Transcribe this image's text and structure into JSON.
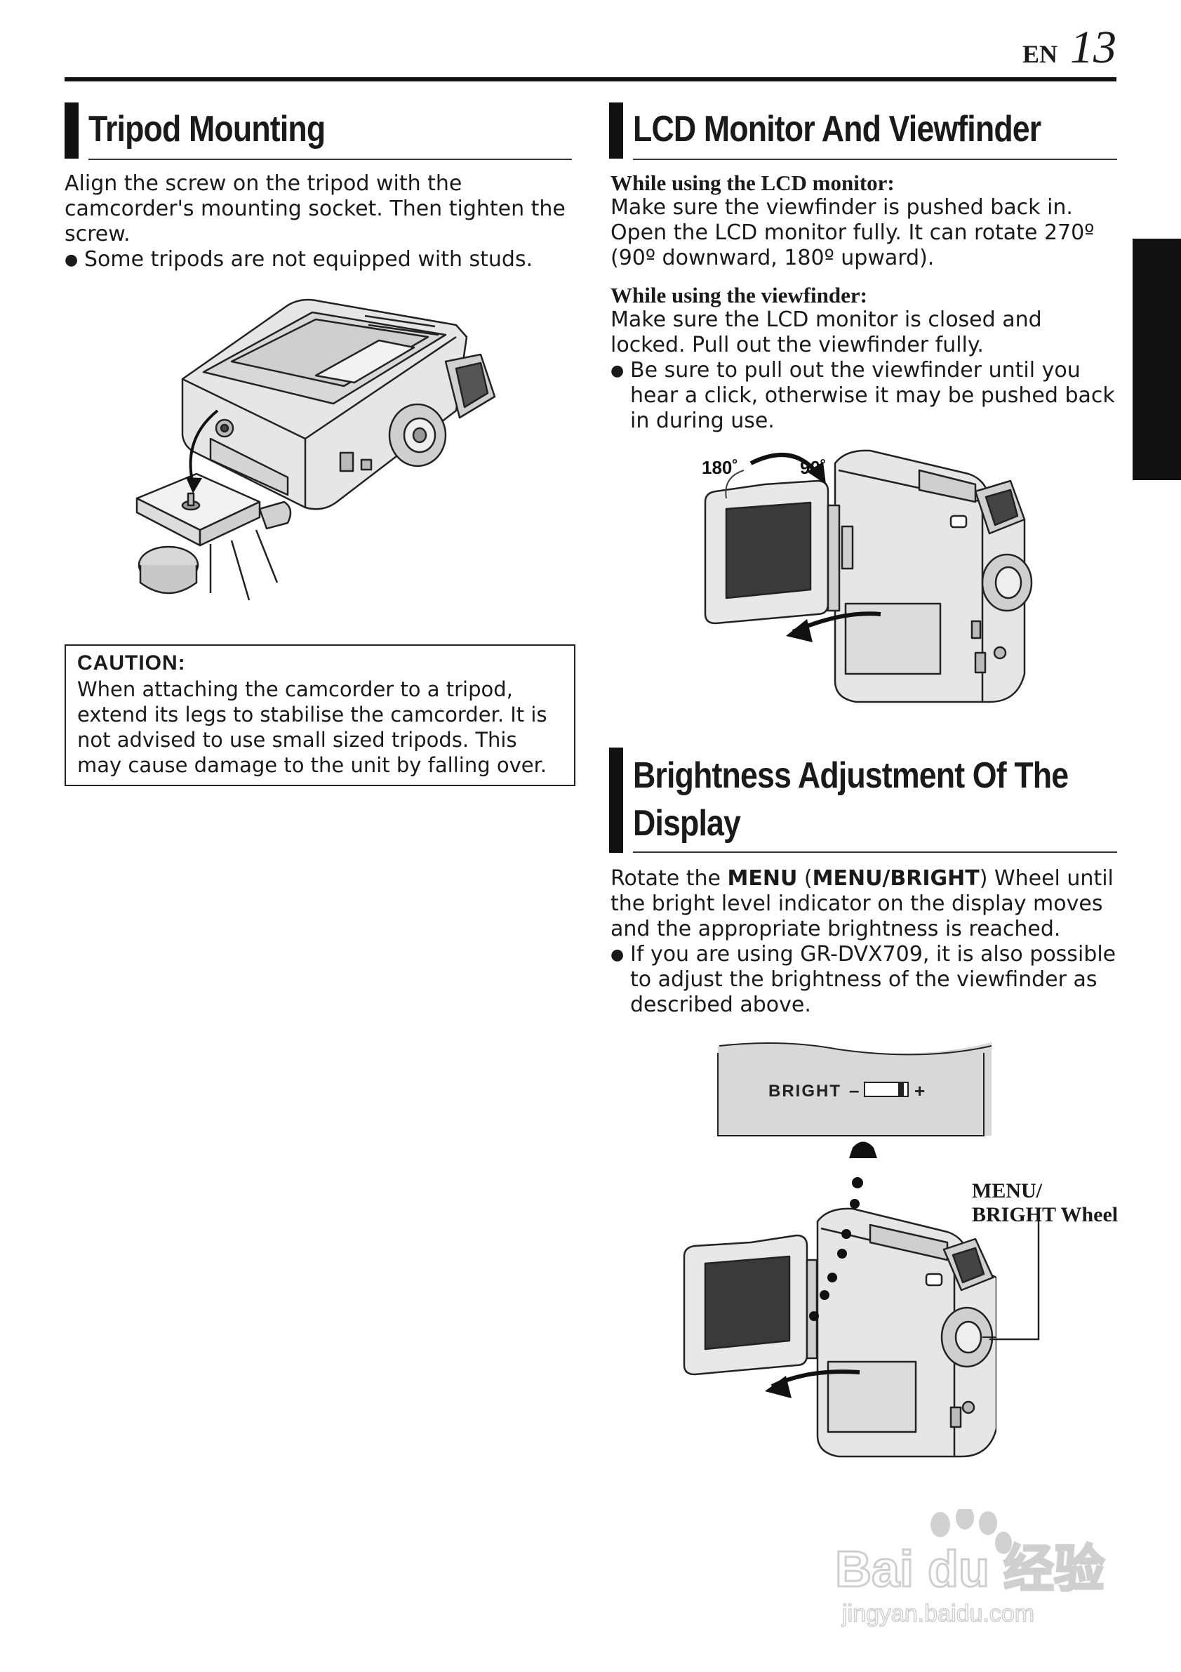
{
  "header": {
    "lang": "EN",
    "page_number": "13"
  },
  "tripod": {
    "title": "Tripod Mounting",
    "para": "Align the screw on the tripod with the camcorder's mounting socket. Then tighten the screw.",
    "bullet": "Some tripods are not equipped with studs."
  },
  "caution": {
    "heading": "CAUTION:",
    "text": "When attaching the camcorder to a tripod, extend its legs to stabilise the camcorder. It is not advised to use small sized tripods. This may cause damage to the unit by falling over."
  },
  "lcd": {
    "title": "LCD Monitor And Viewfinder",
    "lcd_sub": "While using the LCD monitor:",
    "lcd_text": "Make sure the viewfinder is pushed back in. Open the LCD monitor fully. It can rotate 270º (90º downward, 180º upward).",
    "vf_sub": "While using the viewfinder:",
    "vf_text": "Make sure the LCD monitor is closed and locked. Pull out the viewfinder fully.",
    "vf_bullet": "Be sure to pull out the viewfinder until you hear a click, otherwise it may be pushed back in during use.",
    "angle_180": "180˚",
    "angle_90": "90˚"
  },
  "brightness": {
    "title_line1": "Brightness Adjustment Of The",
    "title_line2": "Display",
    "text_pre": "Rotate the ",
    "menu_bold": "MENU",
    "text_mid1": " (",
    "menu_bright_bold": "MENU/BRIGHT",
    "text_post": ") Wheel until the bright level indicator on the display moves and the appropriate brightness is reached.",
    "bullet": "If you are using GR-DVX709, it is also possible to adjust the brightness of the viewfinder as described above.",
    "display_label": "BRIGHT",
    "display_minus": "–",
    "display_plus": "+",
    "wheel_label_line1": "MENU/",
    "wheel_label_line2": "BRIGHT Wheel"
  },
  "watermark": {
    "brand": "Bai du 经验",
    "url": "jingyan.baidu.com"
  }
}
